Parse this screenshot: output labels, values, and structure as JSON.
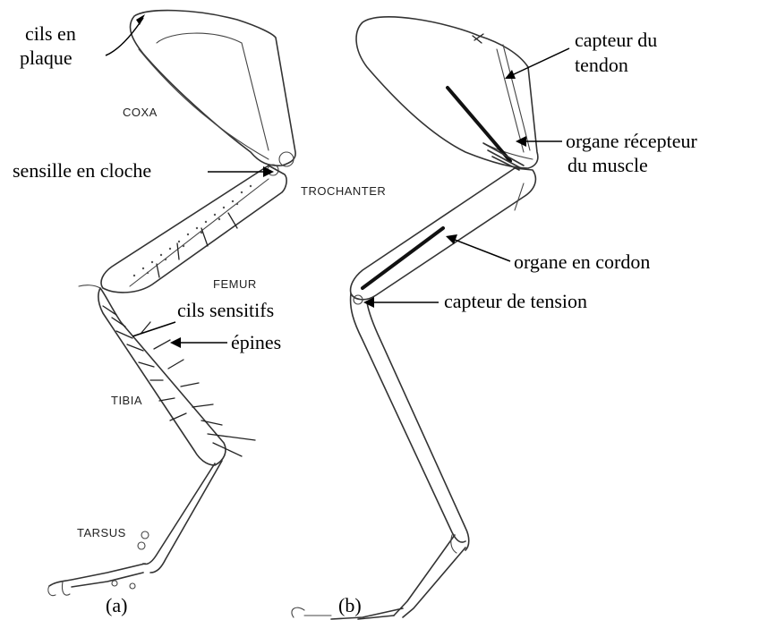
{
  "labels": {
    "cils_en_plaque_l1": "cils en",
    "cils_en_plaque_l2": "plaque",
    "sensille_en_cloche": "sensille en cloche",
    "cils_sensitifs": "cils sensitifs",
    "epines": "épines",
    "capteur_du_tendon_l1": "capteur du",
    "capteur_du_tendon_l2": "tendon",
    "organe_recepteur_l1": "organe récepteur",
    "organe_recepteur_l2": "du muscle",
    "organe_en_cordon": "organe en cordon",
    "capteur_de_tension": "capteur de tension"
  },
  "segments": {
    "coxa": "COXA",
    "trochanter": "TROCHANTER",
    "femur": "FEMUR",
    "tibia": "TIBIA",
    "tarsus": "TARSUS"
  },
  "captions": {
    "a": "(a)",
    "b": "(b)"
  }
}
